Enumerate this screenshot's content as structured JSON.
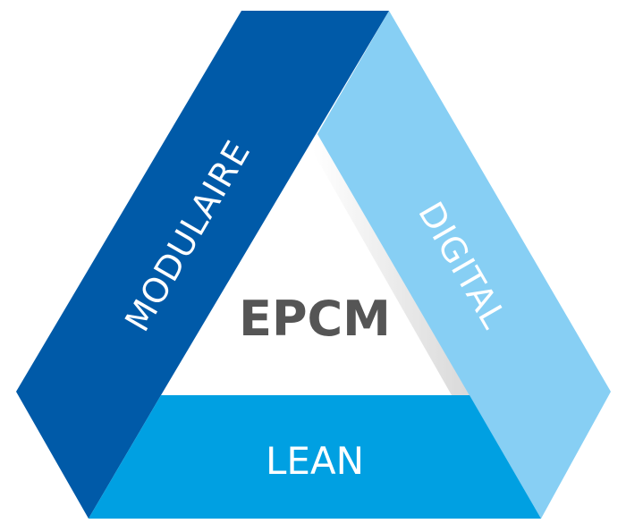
{
  "diagram": {
    "center_label": "EPCM",
    "bands": [
      {
        "id": "modulaire",
        "label": "MODULAIRE",
        "color": "#005aa8"
      },
      {
        "id": "digital",
        "label": "DIGITAL",
        "color": "#87cff4"
      },
      {
        "id": "lean",
        "label": "LEAN",
        "color": "#00a0e2"
      }
    ],
    "center_text_color": "#555555"
  }
}
